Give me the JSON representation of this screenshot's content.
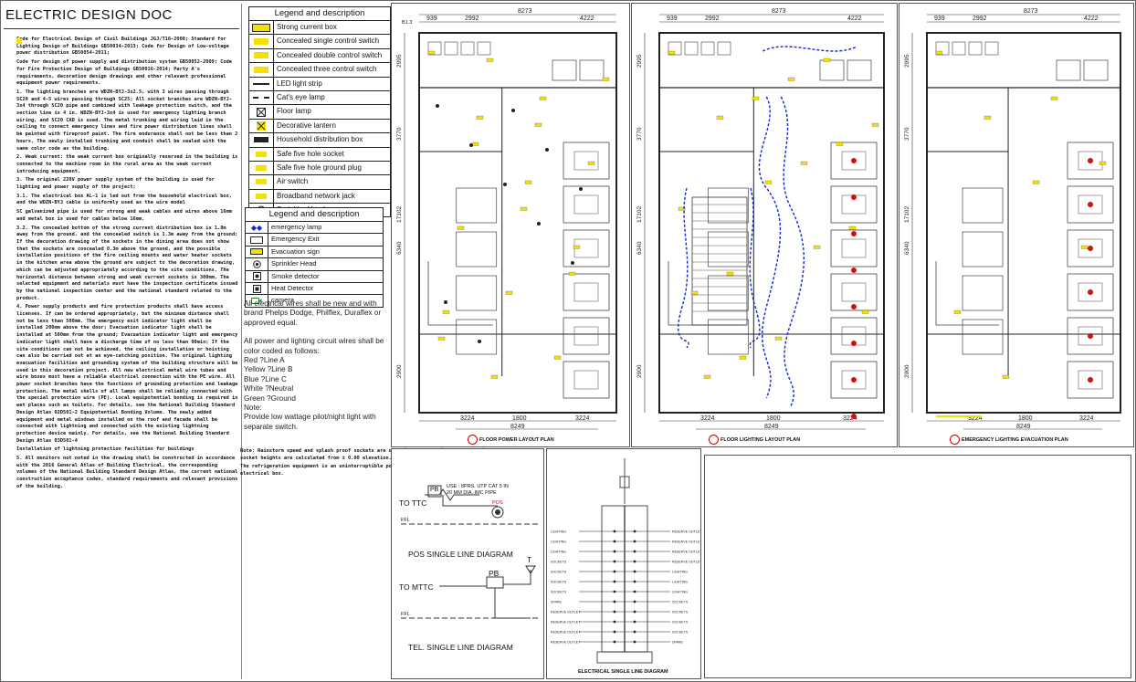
{
  "page_title": "ELECTRIC DESIGN DOC",
  "notes": [
    "Code for Electrical Design of Civil Buildings JGJ/T16-2008; Standard for Lighting Design of Buildings GB50034-2013; Code for Design of Low-voltage power distribution GB50054-2011;",
    "Code for design of power supply and distribution system GB50052-2009; Code for Fire Protection Design of Buildings GB50016-2014; Party A's requirements, decoration design drawings and other relevant professional equipment power requirements.",
    "1. The lighting branches are WDZN-BYJ-3x2.5, with 3 wires passing through SC20 and 4-5 wires passing through SC25; All socket branches are WDZN-BYJ-3x4 through SC20 pipe and combined with leakage protection switch, and the section line is 4 in. WDZN-BYJ-3x4 is used for emergency lighting branch wiring, and SC20 CAD is used. The metal trunking and wiring laid in the ceiling to connect emergency lines and fire power distribution lines shall be painted with fireproof paint. The fire endurance shall not be less than 2 hours. The newly installed trunking and conduit shall be sealed with the same color code as the building.",
    "2. Weak current: the weak current box originally reserved in the building is connected to the machine room in the rural area as the weak current introducing equipment.",
    "3. The original 220V power supply system of the building is used for lighting and power supply of the project;",
    "3.1. The electrical box AL-1 is led out from the household electrical box, and the WDZN-BYJ cable is uniformly used as the wire model",
    "SC galvanized pipe is used for strong and weak cables and wires above 16mm and metal box is used for cables below 16mm.",
    "3.2. The concealed bottom of the strong current distribution box is 1.8m away from the ground, and the concealed switch is 1.3m away from the ground; If the decoration drawing of the sockets in the dining area does not show that the sockets are concealed 0.3m above the ground, and the possible installation positions of the fire ceiling mounts and water heater sockets in the kitchen area above the ground are subject to the decoration drawing, which can be adjusted appropriately according to the site conditions. The horizontal distance between strong and weak current sockets is 300mm. The selected equipment and materials must have the inspection certificate issued by the national inspection center and the national standard related to the product.",
    "4. Power supply products and fire protection products shall have access licenses. If can be ordered appropriately, but the minimum distance shall not be less than 500mm. The emergency exit indicator light shall be installed 200mm above the door; Evacuation indicator light shall be installed at 500mm from the ground; Evacuation indicator light and emergency indicator light shall have a discharge time of no less than 90min; If the site conditions can not be achieved, the ceiling installation or hoisting can also be carried out at an eye-catching position. The original lighting evacuation facilities and grounding system of the building structure will be used in this decoration project. All new electrical metal wire tubes and wire boxes must have a reliable electrical connection with the PE wire. All power socket branches have the functions of grounding protection and leakage protection. The metal shells of all lamps shall be reliably connected with the special protection wire (PE). Local equipotential bonding is required in wet places such as toilets. For details, see the National Building Standard Design Atlas 02D501-2 Equipotential Bonding Volume. The newly added equipment and metal windows installed on the roof and facade shall be connected with lightning and connected with the existing lightning protection device mainly. For details, see the National Building Standard Design Atlas 03D501-4",
    "Installation of lightning protection facilities for buildings",
    "5. All monitors not noted in the drawing shall be constructed in accordance with the 2016 General Atlas of Building Electrical, the corresponding volumes of the National Building Standard Design Atlas, the current national construction acceptance codes, standard requirements and relevant provisions of the building."
  ],
  "legend1": {
    "header": "Legend and description",
    "items": [
      {
        "label": "Strong current box",
        "icon": "strong-current-box-icon"
      },
      {
        "label": "Concealed single control switch",
        "icon": "single-switch-icon"
      },
      {
        "label": "Concealed double control switch",
        "icon": "double-switch-icon"
      },
      {
        "label": "Concealed three control switch",
        "icon": "three-switch-icon"
      },
      {
        "label": "LED light strip",
        "icon": "led-strip-icon"
      },
      {
        "label": "Cat's eye lamp",
        "icon": "cats-eye-lamp-icon"
      },
      {
        "label": "Floor lamp",
        "icon": "floor-lamp-icon"
      },
      {
        "label": "Decorative lantern",
        "icon": "lantern-icon"
      },
      {
        "label": "Household distribution box",
        "icon": "distribution-box-icon"
      },
      {
        "label": "Safe five hole socket",
        "icon": "socket-icon"
      },
      {
        "label": "Safe five hole ground plug",
        "icon": "ground-plug-icon"
      },
      {
        "label": "Air switch",
        "icon": "air-switch-icon"
      },
      {
        "label": "Broadband network jack",
        "icon": "network-jack-icon"
      },
      {
        "label": "Sprinkler Head",
        "icon": "sprinkler-icon"
      }
    ]
  },
  "legend2": {
    "header": "Legend and description",
    "items": [
      {
        "label": "emergency lamp",
        "icon": "emergency-lamp-icon"
      },
      {
        "label": "Emergency Exit",
        "icon": "emergency-exit-icon"
      },
      {
        "label": "Evacuation sign",
        "icon": "evacuation-sign-icon"
      },
      {
        "label": "Sprinkler Head",
        "icon": "sprinkler-icon"
      },
      {
        "label": "Smoke detector",
        "icon": "smoke-detector-icon"
      },
      {
        "label": "Heat Detector",
        "icon": "heat-detector-icon"
      },
      {
        "label": "camera",
        "icon": "camera-icon"
      }
    ]
  },
  "wire_notes": {
    "p1": "All electrical wires shall be new and with brand Phelps Dodge, Philflex, Duraflex or approved equal.",
    "p2": "All power and lighting circuit wires shall be color coded as follows:",
    "codes": [
      "Red ?Line A",
      "Yellow ?Line B",
      "Blue ?Line C",
      "White ?Neutral",
      "Green ?Ground"
    ],
    "note_label": "Note:",
    "note": "Provide low wattage pilot/night light with separate switch."
  },
  "plans": [
    {
      "caption": "FLOOR POWER LAYOUT PLAN",
      "dims_top": [
        "939",
        "2992",
        "8273",
        "4222"
      ],
      "dims_bottom": [
        "3224",
        "1800",
        "3224"
      ],
      "overall_bottom": "8249",
      "dims_left": [
        "2995",
        "3770",
        "17102",
        "6340",
        "2900"
      ]
    },
    {
      "caption": "FLOOR LIGHTING LAYOUT PLAN",
      "dims_top": [
        "939",
        "2992",
        "8273",
        "4222"
      ],
      "dims_bottom": [
        "3224",
        "1800",
        "3224"
      ],
      "overall_bottom": "8249",
      "dims_left": [
        "2995",
        "3770",
        "17102",
        "6340",
        "2900"
      ]
    },
    {
      "caption": "EMERGENCY LIGHTING EVACUATION PLAN",
      "dims_top": [
        "939",
        "2992",
        "8273",
        "4222"
      ],
      "dims_bottom": [
        "3224",
        "1800",
        "3224"
      ],
      "overall_bottom": "8249",
      "dims_left": [
        "2995",
        "3770",
        "17102",
        "6340",
        "2900"
      ]
    }
  ],
  "room_labels": [
    "B1.3"
  ],
  "pos_diagram": {
    "to": "TO TTC",
    "box": "PB",
    "spec": "USE : 8PRS. UTP CAT 5 IN 20 MM DIA. IMC PIPE",
    "pos": "POS",
    "ffl": "FFL",
    "title": "POS SINGLE LINE DIAGRAM"
  },
  "tel_diagram": {
    "to": "TO MTTC",
    "box": "PB",
    "t": "T",
    "ffl": "FFL",
    "title": "TEL. SINGLE LINE DIAGRAM"
  },
  "notes2": [
    "Note: Rainstorm speed and splash proof sockets are used in the operation area and kitchen area. All socket heights are calculated from ± 0.00 elevation.",
    "The refrigeration equipment is an uninterruptible power supply, which is led out separately from the electrical box."
  ],
  "single_line": {
    "title": "ELECTRICAL SINGLE LINE DIAGRAM",
    "circuits": [
      "RESERVE OUTLET",
      "RESERVE OUTLET",
      "RESERVE OUTLET",
      "RESERVE OUTLET",
      "LIGHTING",
      "LIGHTING",
      "LIGHTING",
      "SOCKETS",
      "SOCKETS",
      "SOCKETS",
      "SOCKETS",
      "SPARE"
    ]
  },
  "colors": {
    "yellow": "#f5e100",
    "blue": "#1026d8",
    "red": "#d21010",
    "line": "#333333"
  }
}
